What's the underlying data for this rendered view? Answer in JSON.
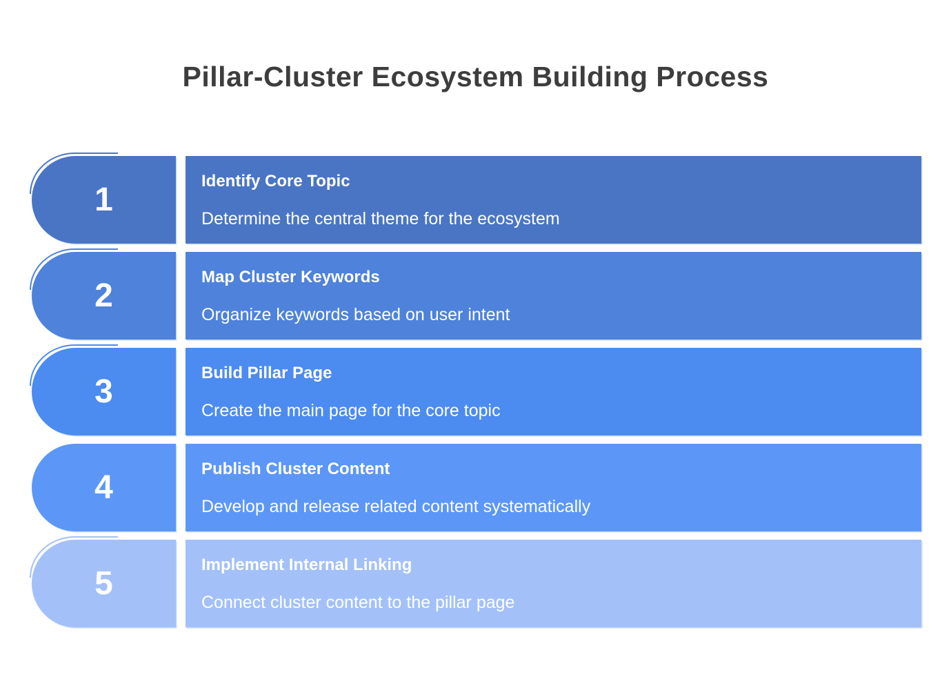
{
  "title": "Pillar-Cluster Ecosystem Building Process",
  "colors": {
    "title": "#3d3d3d",
    "background": "#ffffff",
    "step_text": "#ffffff"
  },
  "steps": [
    {
      "number": "1",
      "title": "Identify Core Topic",
      "description": "Determine the central theme for the ecosystem",
      "color": "#4a75c4"
    },
    {
      "number": "2",
      "title": "Map Cluster Keywords",
      "description": "Organize keywords based on user intent",
      "color": "#4e82db"
    },
    {
      "number": "3",
      "title": "Build Pillar Page",
      "description": "Create the main page for the core topic",
      "color": "#4c8bf0"
    },
    {
      "number": "4",
      "title": "Publish Cluster Content",
      "description": "Develop and release related content systematically",
      "color": "#5c97f8"
    },
    {
      "number": "5",
      "title": "Implement Internal Linking",
      "description": "Connect cluster content to the pillar page",
      "color": "#a3c0f9"
    }
  ]
}
